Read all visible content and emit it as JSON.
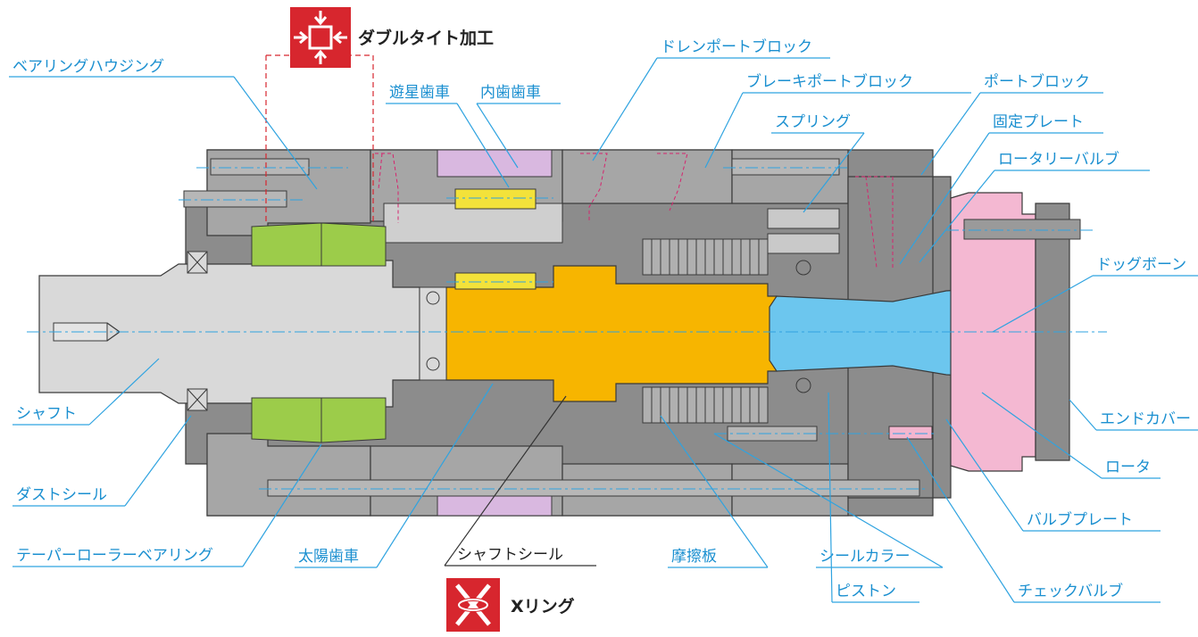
{
  "title_badge": {
    "text": "ダブルタイト加工",
    "color": "#d7262e"
  },
  "xring_badge": {
    "text": "Xリング",
    "color": "#d7262e"
  },
  "labels": {
    "bearing_housing": "ベアリングハウジング",
    "shaft": "シャフト",
    "dust_seal": "ダストシール",
    "taper_roller_bearing": "テーパーローラーベアリング",
    "planet_gear": "遊星歯車",
    "ring_gear": "内歯歯車",
    "sun_gear": "太陽歯車",
    "shaft_seal": "シャフトシール",
    "drain_port_block": "ドレンポートブロック",
    "brake_port_block": "ブレーキポートブロック",
    "port_block": "ポートブロック",
    "spring": "スプリング",
    "fixed_plate": "固定プレート",
    "rotary_valve": "ロータリーバルブ",
    "dog_bone": "ドッグボーン",
    "end_cover": "エンドカバー",
    "rotor": "ロータ",
    "valve_plate": "バルブプレート",
    "check_valve": "チェックバルブ",
    "friction_plate": "摩擦板",
    "seal_collar": "シールカラー",
    "piston": "ピストン"
  },
  "colors": {
    "label_blue": "#1a8fd0",
    "leader_blue": "#2fa3e0",
    "housing_gray": "#8c8c8c",
    "shaft_light": "#d9d9d9",
    "bearing_green": "#9ccc4a",
    "gear_purple": "#d9b8e0",
    "needle_yellow": "#f3e23a",
    "carrier_orange": "#f7b500",
    "dogbone_blue": "#6cc6ee",
    "endcover_pink": "#f4b8d2",
    "hidden_magenta": "#d6246e"
  }
}
